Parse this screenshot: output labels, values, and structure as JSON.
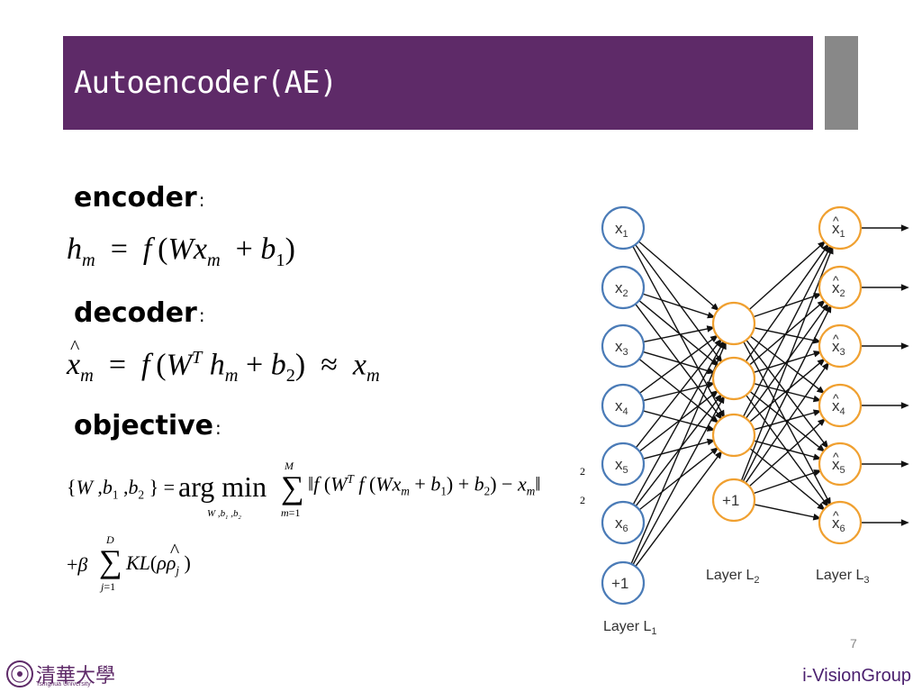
{
  "slide": {
    "title": "Autoencoder(AE)",
    "page_number": "7",
    "brand": "i-VisionGroup",
    "logo_text": "清華大學",
    "logo_sub": "Tsinghua University"
  },
  "sections": {
    "encoder": "encoder",
    "decoder": "decoder",
    "objective": "objective",
    "colon": ":"
  },
  "diagram": {
    "layer1_label": "Layer L",
    "layer1_sub": "1",
    "layer2_label": "Layer L",
    "layer2_sub": "2",
    "layer3_label": "Layer L",
    "layer3_sub": "3",
    "inputs": [
      "x1",
      "x2",
      "x3",
      "x4",
      "x5",
      "x6"
    ],
    "outputs": [
      "x1",
      "x2",
      "x3",
      "x4",
      "x5",
      "x6"
    ],
    "bias": "+1",
    "colors": {
      "input_node": "#4a7bb7",
      "hidden_node": "#f0a030"
    }
  }
}
